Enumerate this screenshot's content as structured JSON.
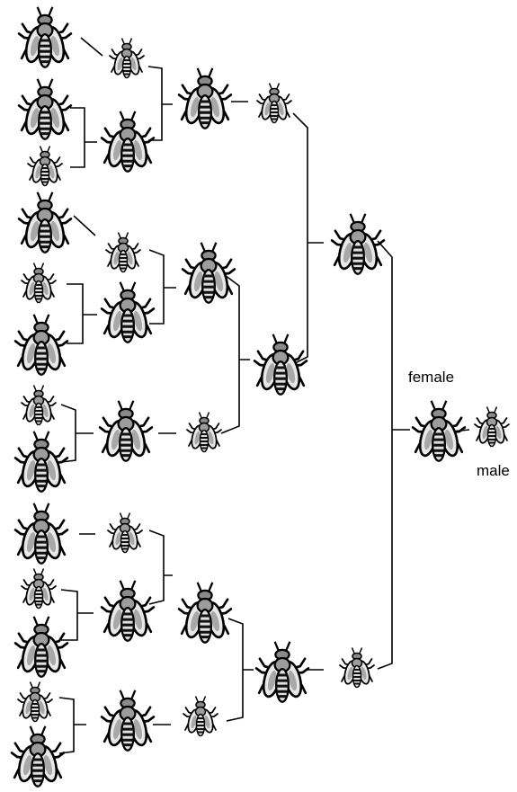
{
  "labels": {
    "female": "female",
    "male": "male"
  },
  "bee_icon": "bee-icon",
  "sexes": {
    "female_size": "large",
    "male_size": "small"
  },
  "colors": {
    "line": "#000000",
    "bee_body": "#9a9a9a",
    "bee_outline": "#000000",
    "bee_stripe": "#111111",
    "wing": "#e6e6e6"
  }
}
